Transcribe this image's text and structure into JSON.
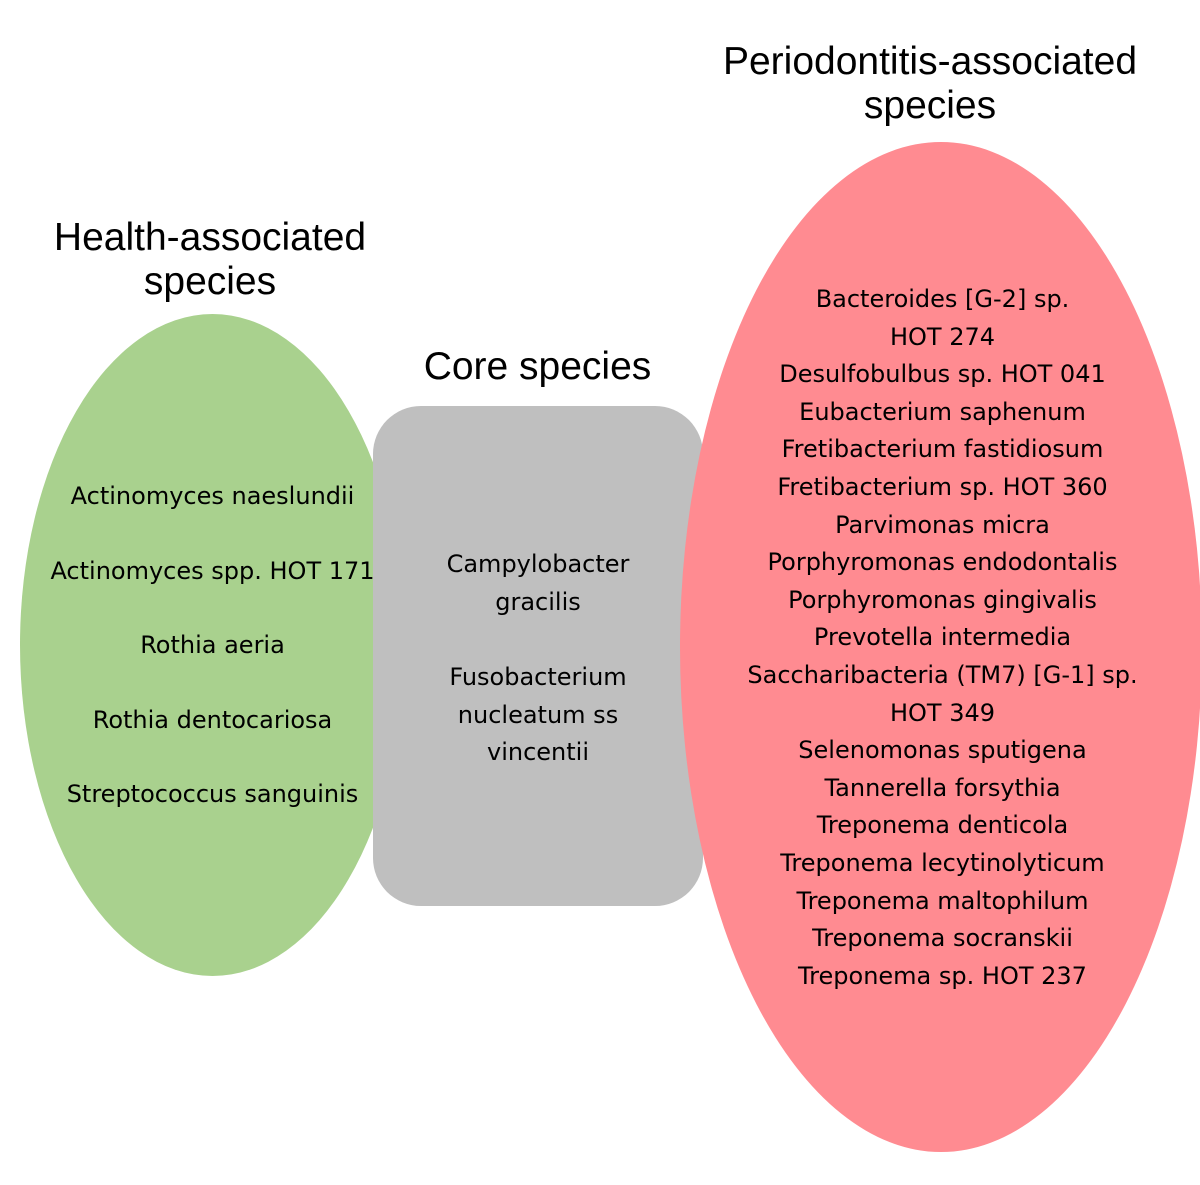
{
  "health": {
    "title_line1": "Health-associated",
    "title_line2": "species",
    "items": [
      "Actinomyces naeslundii",
      "Actinomyces spp. HOT 171",
      "Rothia aeria",
      "Rothia dentocariosa",
      "Streptococcus sanguinis"
    ],
    "color": "#a9d18e"
  },
  "core": {
    "title": "Core species",
    "items": [
      "Campylobacter gracilis",
      "Fusobacterium nucleatum ss vincentii"
    ],
    "color": "#bfbfbf"
  },
  "perio": {
    "title_line1": "Periodontitis-associated",
    "title_line2": "species",
    "items": [
      "Bacteroides [G-2] sp.",
      "HOT 274",
      "Desulfobulbus sp. HOT 041",
      "Eubacterium saphenum",
      "Fretibacterium fastidiosum",
      "Fretibacterium sp. HOT 360",
      "Parvimonas micra",
      "Porphyromonas endodontalis",
      "Porphyromonas gingivalis",
      "Prevotella intermedia",
      "Saccharibacteria (TM7) [G-1] sp.",
      "HOT 349",
      "Selenomonas sputigena",
      "Tannerella forsythia",
      "Treponema denticola",
      "Treponema lecytinolyticum",
      "Treponema maltophilum",
      "Treponema socranskii",
      "Treponema sp. HOT 237"
    ],
    "color": "#ff8b91"
  }
}
